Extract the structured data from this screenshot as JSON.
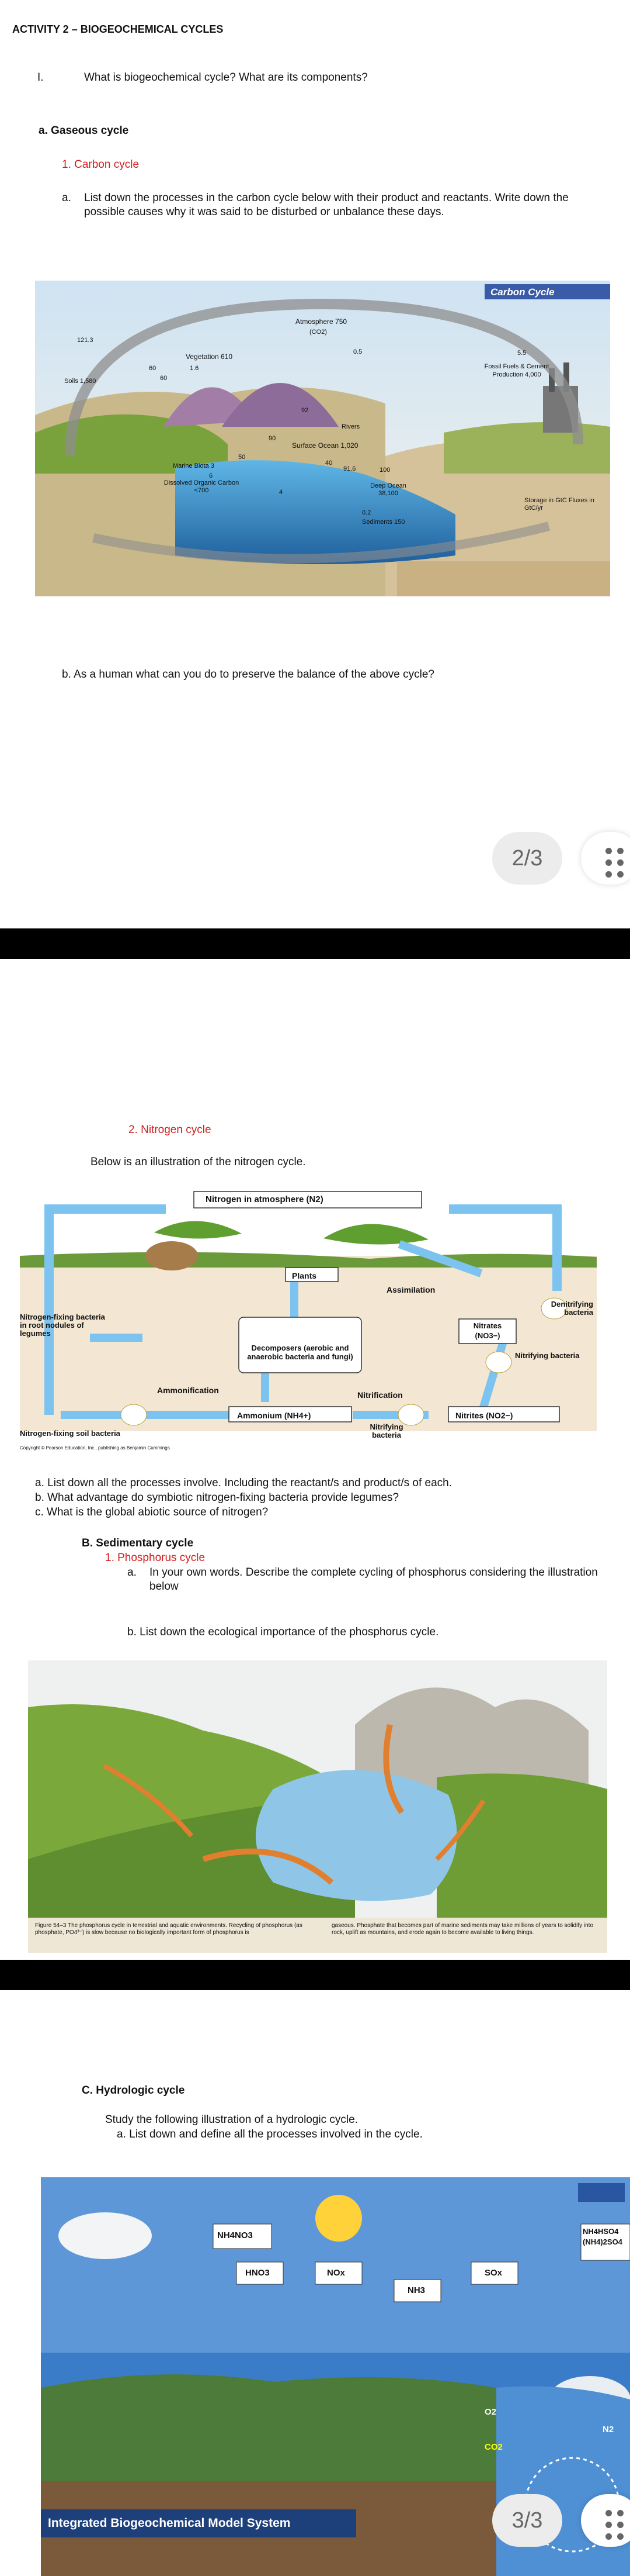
{
  "page1": {
    "title": "ACTIVITY 2 – BIOGEOCHEMICAL CYCLES",
    "q1_num": "I.",
    "q1_text": "What is biogeochemical cycle? What are its components?",
    "section_a": "a.   Gaseous cycle",
    "carbon_heading": "1.   Carbon cycle",
    "carbon_qa_num": "a.",
    "carbon_qa_text": "List down the processes in the carbon cycle below with their product and reactants. Write down the possible causes why it was said to be disturbed   or unbalance these days.",
    "carbon_qb": "b.   As a human what can you do to preserve the balance of the above cycle?",
    "page_badge": "2/3",
    "carbon_figure": {
      "title": "Carbon Cycle",
      "atmosphere": "Atmosphere 750",
      "co2": "(CO2)",
      "vegetation": "Vegetation 610",
      "soil": "Soils 1,580",
      "fossil": "Fossil Fuels & Cement Production 4,000",
      "rivers": "Rivers",
      "surface_ocean": "Surface Ocean 1,020",
      "marine_biota": "Marine Biota 3",
      "dissolved": "Dissolved Organic Carbon <700",
      "deep_ocean": "Deep Ocean 38,100",
      "sediments": "Sediments 150",
      "storage": "Storage in GtC Fluxes in GtC/yr",
      "n_121": "121.3",
      "n_60a": "60",
      "n_60b": "60",
      "n_16": "1.6",
      "n_05": "0.5",
      "n_55": "5.5",
      "n_92": "92",
      "n_90": "90",
      "n_50": "50",
      "n_40": "40",
      "n_916": "91.6",
      "n_100": "100",
      "n_6": "6",
      "n_4": "4",
      "n_02": "0.2"
    }
  },
  "page2": {
    "nitrogen_heading": "2.   Nitrogen cycle",
    "nitrogen_intro": "Below is an illustration of the nitrogen cycle.",
    "nitrogen_figure": {
      "atmosphere": "Nitrogen in atmosphere (N2)",
      "plants": "Plants",
      "assimilation": "Assimilation",
      "denitrifying": "Denitrifying bacteria",
      "nitrogen_fixing_root": "Nitrogen-fixing bacteria in root nodules of legumes",
      "decomposers": "Decomposers (aerobic and anaerobic bacteria and fungi)",
      "nitrates": "Nitrates (NO3−)",
      "nitrifying1": "Nitrifying bacteria",
      "ammonification": "Ammonification",
      "nitrification": "Nitrification",
      "ammonium": "Ammonium (NH4+)",
      "nitrites": "Nitrites (NO2−)",
      "nitrogen_fixing_soil": "Nitrogen-fixing soil bacteria",
      "nitrifying2": "Nitrifying bacteria",
      "copyright": "Copyright © Pearson Education, Inc., publishing as Benjamin Cummings."
    },
    "nitrogen_qa": "a.   List down all the processes involve. Including the reactant/s and product/s of each.",
    "nitrogen_qb": "b.   What advantage do symbiotic nitrogen-fixing bacteria provide legumes?",
    "nitrogen_qc": "c.   What is the global abiotic source of nitrogen?",
    "section_b": "B.   Sedimentary cycle",
    "phosphorus_heading": "1.   Phosphorus cycle",
    "phos_qa_num": "a.",
    "phos_qa_text": "In your own words. Describe the complete cycling of phosphorus considering the illustration below",
    "phos_qb": "b.   List down the ecological importance of the phosphorus cycle.",
    "phos_figure": {
      "caption_left": "Figure 54–3   The phosphorus cycle in terrestrial and aquatic environments. Recycling of phosphorus (as phosphate, PO4³⁻) is slow because no biologically important form of phosphorus is",
      "caption_right": "gaseous. Phosphate that becomes part of marine sediments may take millions of years to solidify into rock, uplift as mountains, and erode again to become available to living things."
    }
  },
  "page3": {
    "section_c": "C.   Hydrologic cycle",
    "hydro_intro": "Study the following illustration of a hydrologic cycle.",
    "hydro_qa": "a.   List down and define all the processes involved in the cycle.",
    "page_badge": "3/3",
    "hydro_figure": {
      "nh4no3": "NH4NO3",
      "hno3": "HNO3",
      "nox": "NOx",
      "nh3": "NH3",
      "sox": "SOx",
      "nh4hso4": "NH4HSO4 (NH4)2SO4",
      "o2": "O2",
      "co2": "CO2",
      "n2": "N2",
      "banner": "Integrated Biogeochemical Model System"
    }
  },
  "colors": {
    "red_heading": "#d21f1f",
    "nitrogen_arrow": "#7cc4ef",
    "carbon_title_bar": "#3a5ba8"
  }
}
